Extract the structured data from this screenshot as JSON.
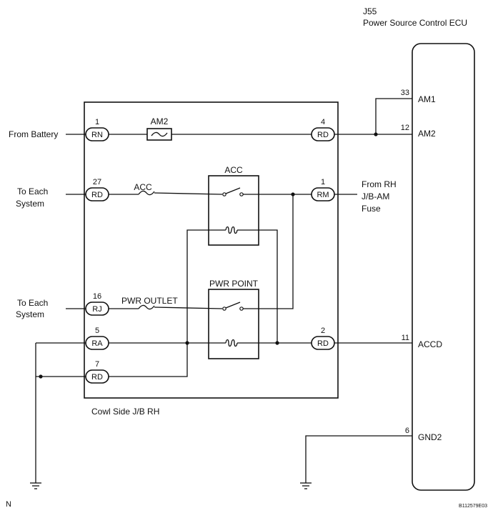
{
  "ecu": {
    "ref": "J55",
    "name": "Power Source Control ECU",
    "pins": [
      {
        "num": "33",
        "name": "AM1"
      },
      {
        "num": "12",
        "name": "AM2"
      },
      {
        "num": "11",
        "name": "ACCD"
      },
      {
        "num": "6",
        "name": "GND2"
      }
    ]
  },
  "jb": {
    "name": "Cowl Side J/B RH",
    "left_connectors": [
      {
        "num": "1",
        "code": "RN"
      },
      {
        "num": "27",
        "code": "RD"
      },
      {
        "num": "16",
        "code": "RJ"
      },
      {
        "num": "5",
        "code": "RA"
      },
      {
        "num": "7",
        "code": "RD"
      }
    ],
    "right_connectors": [
      {
        "num": "4",
        "code": "RD"
      },
      {
        "num": "1",
        "code": "RM"
      },
      {
        "num": "2",
        "code": "RD"
      }
    ],
    "fuses": [
      "AM2",
      "ACC",
      "PWR OUTLET"
    ],
    "relays": [
      "ACC",
      "PWR POINT"
    ]
  },
  "external": {
    "from_battery": "From Battery",
    "to_each_system_1": [
      "To Each",
      "System"
    ],
    "to_each_system_2": [
      "To Each",
      "System"
    ],
    "from_rh": [
      "From RH",
      "J/B-AM",
      "Fuse"
    ]
  },
  "footer": {
    "corner_left": "N",
    "figure_id": "B112579E03"
  }
}
